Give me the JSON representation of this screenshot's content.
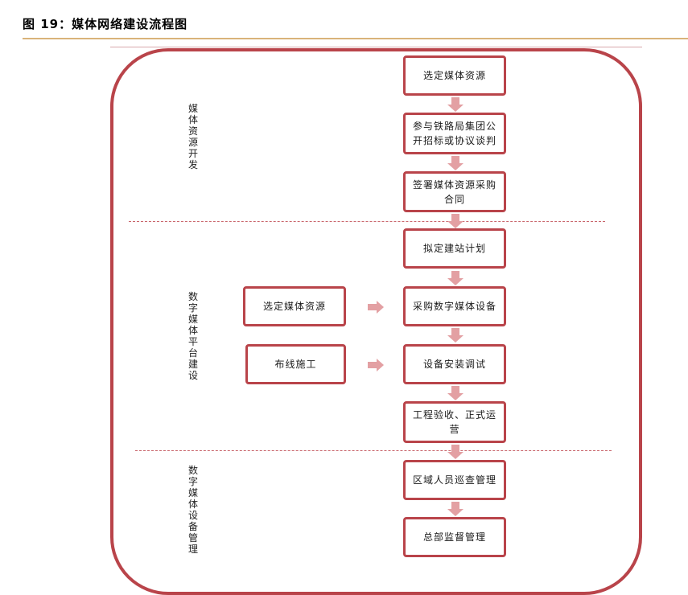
{
  "figure": {
    "title": "图 19：媒体网络建设流程图"
  },
  "colors": {
    "border": "#b9444a",
    "arrow": "#e3a0a3",
    "rule": "#d9b37a",
    "divider": "#c9666c"
  },
  "sections": [
    {
      "label": "媒体资源开发"
    },
    {
      "label": "数字媒体平台建设"
    },
    {
      "label": "数字媒体设备管理"
    }
  ],
  "main_flow": [
    "选定媒体资源",
    "参与铁路局集团公开招标或协议谈判",
    "签署媒体资源采购合同",
    "拟定建站计划",
    "采购数字媒体设备",
    "设备安装调试",
    "工程验收、正式运营",
    "区域人员巡查管理",
    "总部监督管理"
  ],
  "side_flow": [
    "选定媒体资源",
    "布线施工"
  ]
}
